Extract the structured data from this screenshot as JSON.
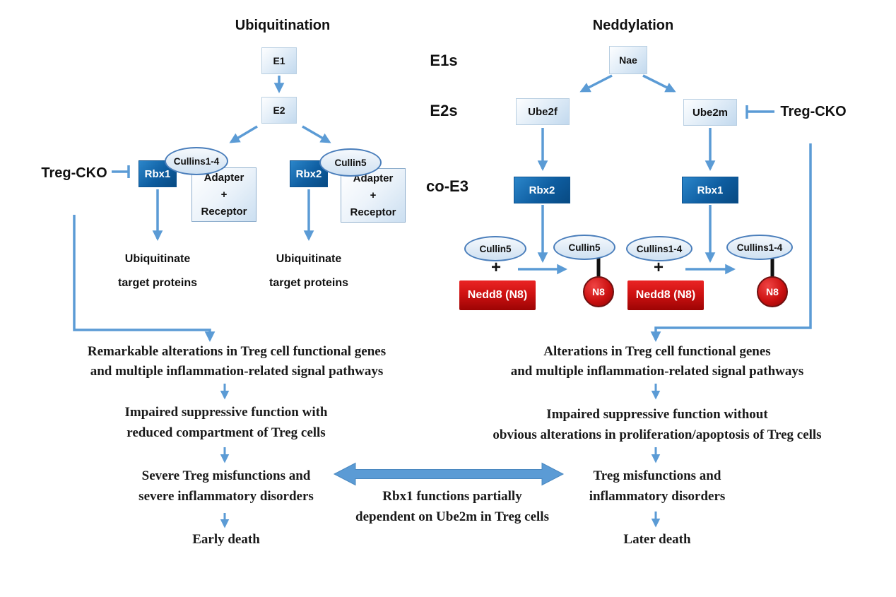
{
  "ubiquitination": {
    "title": "Ubiquitination",
    "e1": "E1",
    "e2": "E2",
    "treg_cko": "Treg-CKO",
    "complex1": {
      "rbx": "Rbx1",
      "cullin": "Cullins1-4",
      "adapter": "Adapter",
      "plus": "+",
      "receptor": "Receptor"
    },
    "complex2": {
      "rbx": "Rbx2",
      "cullin": "Cullin5",
      "adapter": "Adapter",
      "plus": "+",
      "receptor": "Receptor"
    },
    "outcome1": {
      "line1": "Ubiquitinate",
      "line2": "target proteins"
    },
    "outcome2": {
      "line1": "Ubiquitinate",
      "line2": "target proteins"
    }
  },
  "neddylation": {
    "title": "Neddylation",
    "rows": {
      "e1s": "E1s",
      "e2s": "E2s",
      "co_e3": "co-E3"
    },
    "nae": "Nae",
    "ube2f": "Ube2f",
    "ube2m": "Ube2m",
    "treg_cko": "Treg-CKO",
    "rbx2": "Rbx2",
    "rbx1": "Rbx1",
    "reaction1": {
      "substrate": "Cullin5",
      "plus": "+",
      "nedd8": "Nedd8 (N8)",
      "product": "Cullin5",
      "n8": "N8"
    },
    "reaction2": {
      "substrate": "Cullins1-4",
      "plus": "+",
      "nedd8": "Nedd8 (N8)",
      "product": "Cullins1-4",
      "n8": "N8"
    }
  },
  "left_outcomes": {
    "alterations1": "Remarkable alterations in Treg cell functional genes",
    "alterations2": "and multiple inflammation-related signal pathways",
    "impaired1": "Impaired suppressive function with",
    "impaired2": "reduced compartment of Treg cells",
    "misfunction1": "Severe Treg misfunctions and",
    "misfunction2": "severe inflammatory disorders",
    "death": "Early death"
  },
  "right_outcomes": {
    "alterations1": "Alterations in Treg cell functional genes",
    "alterations2": "and multiple inflammation-related signal pathways",
    "impaired1": "Impaired suppressive function without",
    "impaired2": "obvious alterations in proliferation/apoptosis of Treg cells",
    "misfunction1": "Treg misfunctions and",
    "misfunction2": "inflammatory disorders",
    "death": "Later death"
  },
  "center_note": {
    "line1": "Rbx1 functions partially",
    "line2": "dependent on Ube2m in Treg cells"
  },
  "colors": {
    "arrow_blue": "#5b9bd5",
    "dark_box_blue": "#0e5da0",
    "light_box_blue": "#c2d9ee",
    "ellipse_border_blue": "#4a7ebb",
    "red": "#c00000",
    "text": "#111111"
  }
}
